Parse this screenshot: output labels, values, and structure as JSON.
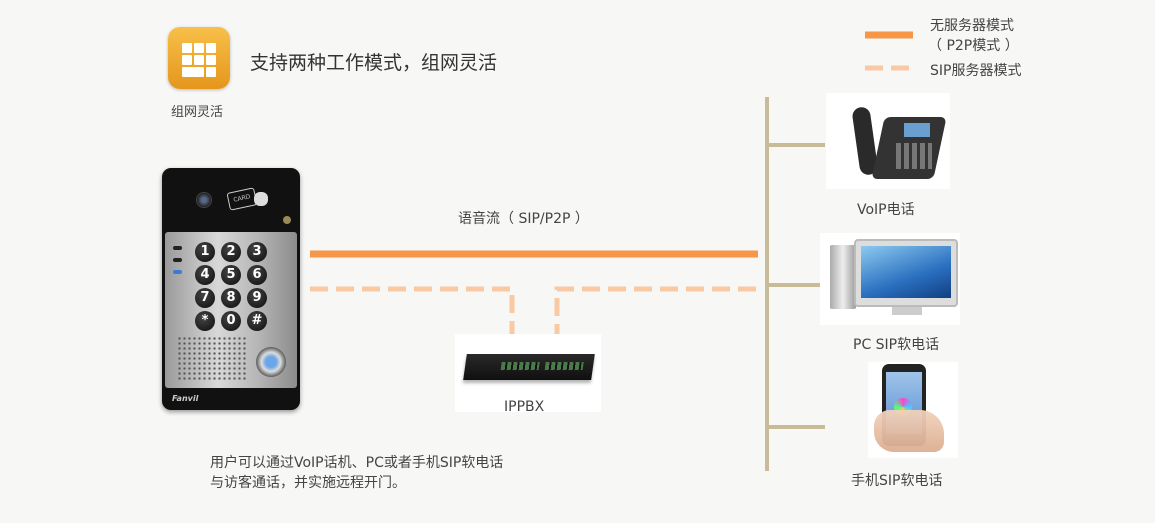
{
  "header": {
    "app_icon_label": "组网灵活",
    "headline": "支持两种工作模式，组网灵活"
  },
  "legend": {
    "items": [
      {
        "label_line1": "无服务器模式",
        "label_line2": "（ P2P模式 ）",
        "style": "solid"
      },
      {
        "label_line1": "SIP服务器模式",
        "style": "dashed"
      }
    ]
  },
  "link": {
    "stream_label": "语音流（ SIP/P2P ）"
  },
  "doorphone": {
    "keys": [
      "1",
      "2",
      "3",
      "4",
      "5",
      "6",
      "7",
      "8",
      "9",
      "*",
      "0",
      "#"
    ],
    "card_text": "CARD",
    "brand": "Fanvil"
  },
  "ippbx": {
    "label": "IPPBX"
  },
  "devices": [
    {
      "label": "VoIP电话"
    },
    {
      "label": "PC SIP软电话"
    },
    {
      "label": "手机SIP软电话"
    }
  ],
  "description": {
    "line1": "用户可以通过VoIP话机、PC或者手机SIP软电话",
    "line2": "与访客通话，并实施远程开门。"
  },
  "colors": {
    "solid_line": "#f69646",
    "dashed_line": "#f8c9a2",
    "bus_line": "#c8bc98",
    "app_icon": "#eaa42c"
  }
}
